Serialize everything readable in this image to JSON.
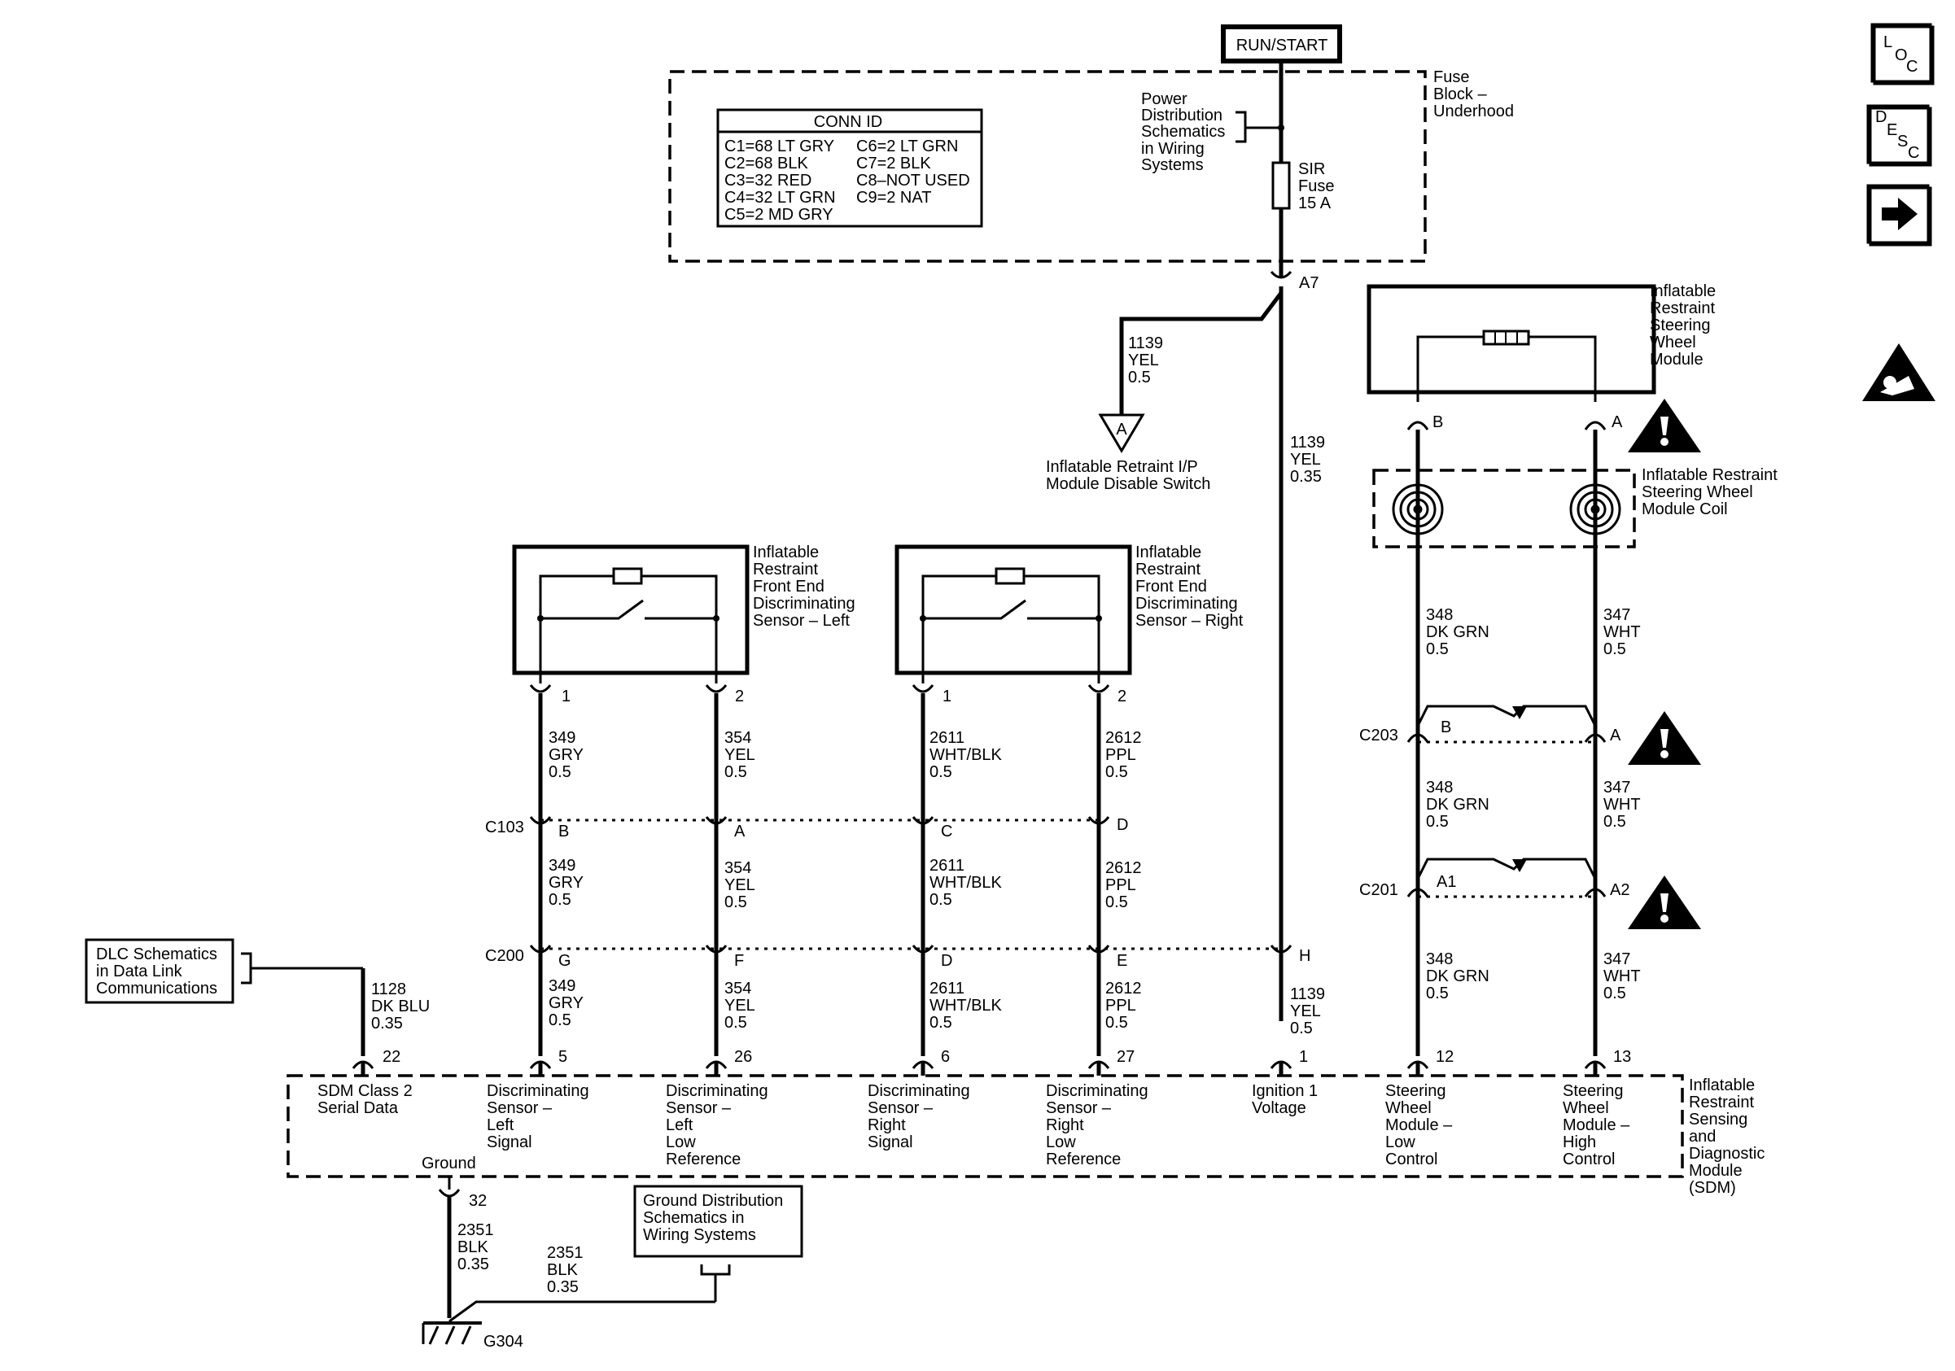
{
  "header": {
    "run_start": "RUN/START"
  },
  "nav": {
    "loc": {
      "l1": "L",
      "l2": "O",
      "l3": "C"
    },
    "desc": {
      "l1": "D",
      "l2": "E",
      "l3": "S",
      "l4": "C"
    }
  },
  "fuse_block": {
    "label": [
      "Fuse",
      "Block –",
      "Underhood"
    ],
    "power_ref": [
      "Power",
      "Distribution",
      "Schematics",
      "in Wiring",
      "Systems"
    ],
    "fuse": [
      "SIR",
      "Fuse",
      "15 A"
    ],
    "terminal": "A7"
  },
  "conn_id": {
    "title": "CONN ID",
    "left": [
      "C1=68 LT GRY",
      "C2=68 BLK",
      "C3=32 RED",
      "C4=32 LT GRN",
      "C5=2 MD GRY"
    ],
    "right": [
      "C6=2 LT GRN",
      "C7=2 BLK",
      "C8–NOT USED",
      "C9=2 NAT"
    ]
  },
  "disable_switch": {
    "wire": [
      "1139",
      "YEL",
      "0.5"
    ],
    "ref": "A",
    "label": [
      "Inflatable Retraint I/P",
      "Module Disable Switch"
    ]
  },
  "ign_wire": [
    "1139",
    "YEL",
    "0.35"
  ],
  "ign_wire_lower": [
    "1139",
    "YEL",
    "0.5"
  ],
  "sensor_left": {
    "label": [
      "Inflatable",
      "Restraint",
      "Front End",
      "Discriminating",
      "Sensor – Left"
    ],
    "pin1": "1",
    "pin2": "2"
  },
  "sensor_right": {
    "label": [
      "Inflatable",
      "Restraint",
      "Front End",
      "Discriminating",
      "Sensor – Right"
    ],
    "pin1": "1",
    "pin2": "2"
  },
  "wires": {
    "w349": [
      "349",
      "GRY",
      "0.5"
    ],
    "w354": [
      "354",
      "YEL",
      "0.5"
    ],
    "w2611": [
      "2611",
      "WHT/BLK",
      "0.5"
    ],
    "w2612": [
      "2612",
      "PPL",
      "0.5"
    ],
    "w348": [
      "348",
      "DK GRN",
      "0.5"
    ],
    "w347": [
      "347",
      "WHT",
      "0.5"
    ],
    "w1128": [
      "1128",
      "DK BLU",
      "0.35"
    ],
    "w2351a": [
      "2351",
      "BLK",
      "0.35"
    ],
    "w2351b": [
      "2351",
      "BLK",
      "0.35"
    ]
  },
  "connectors": {
    "c103": {
      "name": "C103",
      "pins": [
        "B",
        "A",
        "C",
        "D"
      ]
    },
    "c200": {
      "name": "C200",
      "pins": [
        "G",
        "F",
        "D",
        "E",
        "H"
      ]
    },
    "c203": {
      "name": "C203",
      "pins": [
        "B",
        "A"
      ]
    },
    "c201": {
      "name": "C201",
      "pins": [
        "A1",
        "A2"
      ]
    }
  },
  "steering_module": {
    "label": [
      "Inflatable",
      "Restraint",
      "Steering",
      "Wheel",
      "Module"
    ],
    "pin_b": "B",
    "pin_a": "A"
  },
  "coil": {
    "label": [
      "Inflatable Restraint",
      "Steering Wheel",
      "Module Coil"
    ]
  },
  "dlc": {
    "label": [
      "DLC Schematics",
      "in Data Link",
      "Communications"
    ]
  },
  "sdm": {
    "label": [
      "Inflatable",
      "Restraint",
      "Sensing",
      "and",
      "Diagnostic",
      "Module",
      "(SDM)"
    ],
    "pins": [
      "22",
      "5",
      "26",
      "6",
      "27",
      "1",
      "12",
      "13"
    ],
    "functions": [
      [
        "SDM Class 2",
        "Serial Data"
      ],
      [
        "Discriminating",
        "Sensor –",
        "Left",
        "Signal"
      ],
      [
        "Discriminating",
        "Sensor –",
        "Left",
        "Low",
        "Reference"
      ],
      [
        "Discriminating",
        "Sensor –",
        "Right",
        "Signal"
      ],
      [
        "Discriminating",
        "Sensor –",
        "Right",
        "Low",
        "Reference"
      ],
      [
        "Ignition 1",
        "Voltage"
      ],
      [
        "Steering",
        "Wheel",
        "Module –",
        "Low",
        "Control"
      ],
      [
        "Steering",
        "Wheel",
        "Module –",
        "High",
        "Control"
      ]
    ],
    "ground_label": "Ground",
    "ground_pin": "32"
  },
  "ground": {
    "ref": [
      "Ground Distribution",
      "Schematics in",
      "Wiring Systems"
    ],
    "name": "G304"
  }
}
